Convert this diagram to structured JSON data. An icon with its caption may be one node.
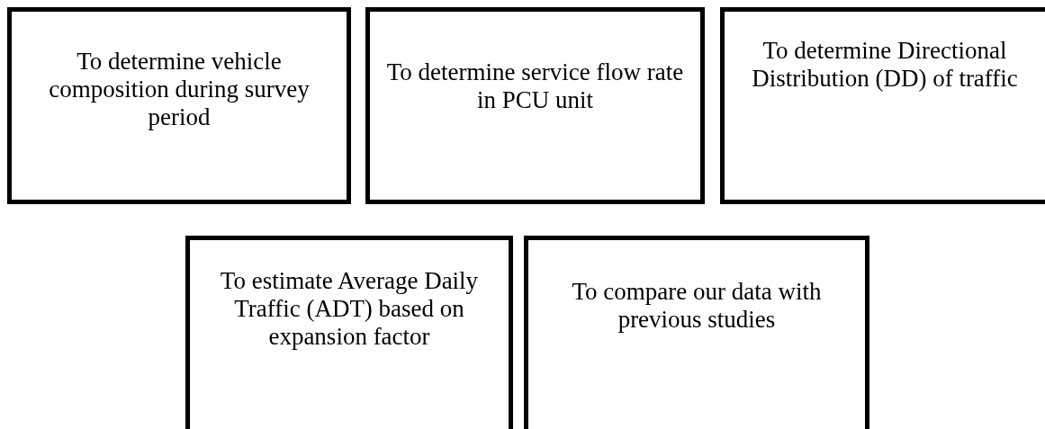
{
  "diagram": {
    "nodes": [
      {
        "text": [
          "To determine vehicle composition during survey period"
        ]
      },
      {
        "text": [
          "To determine service flow rate in PCU unit"
        ]
      },
      {
        "text": [
          "To determine Directional Distribution (DD) of traffic"
        ]
      },
      {
        "text": [
          "To estimate Average Daily Traffic (ADT) based on expansion factor"
        ]
      },
      {
        "text": [
          "To compare our data with previous studies"
        ]
      }
    ]
  }
}
